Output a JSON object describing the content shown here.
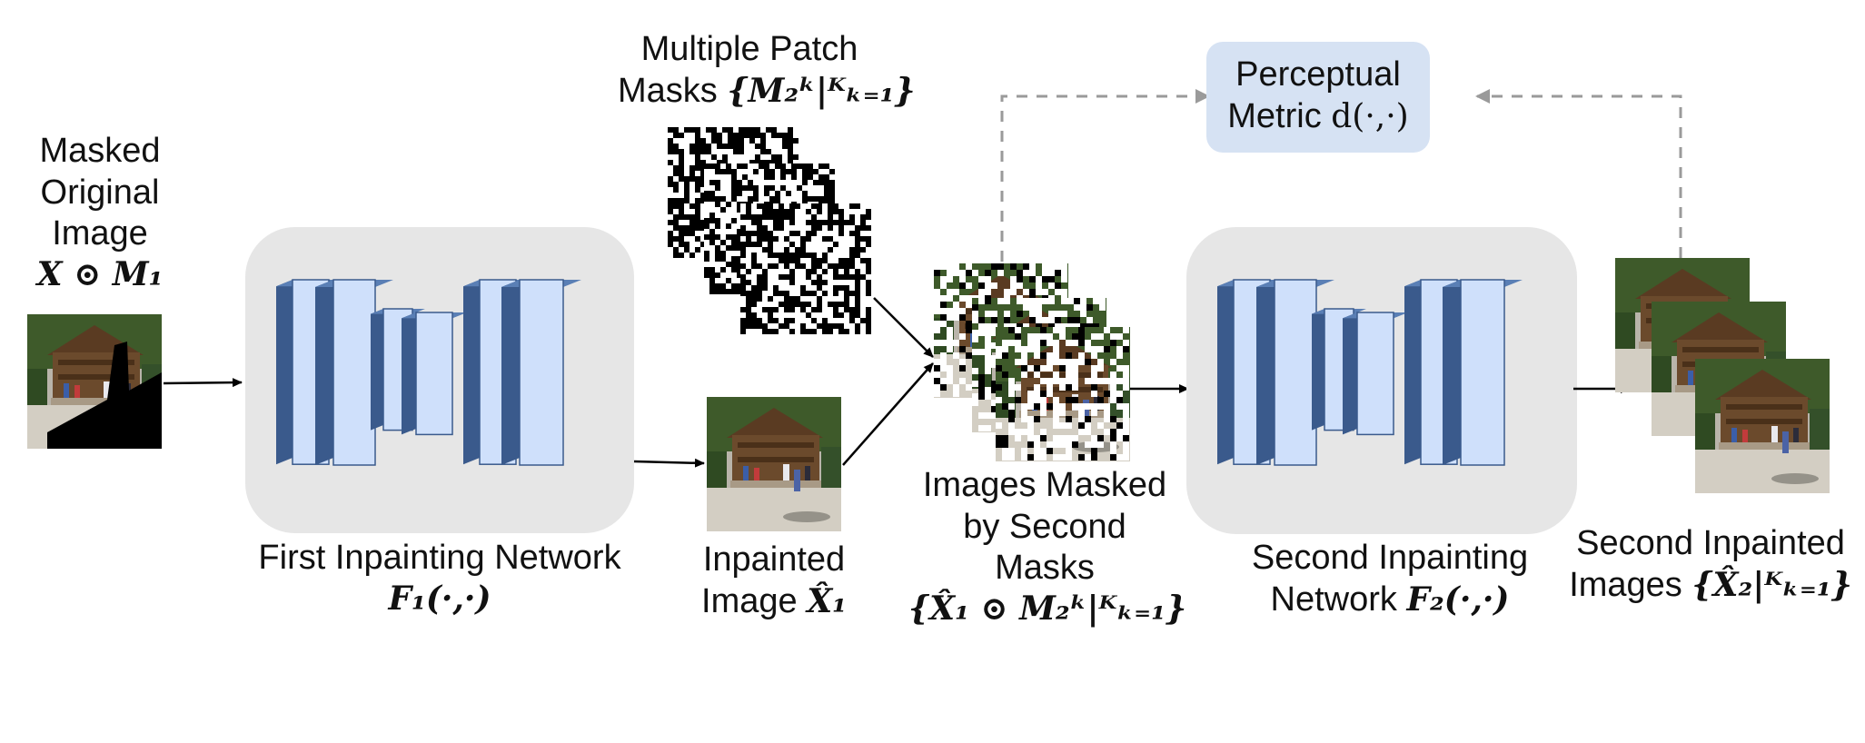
{
  "labels": {
    "masked_original": {
      "l1": "Masked",
      "l2": "Original",
      "l3": "Image",
      "math": "X ⊙ M₁"
    },
    "patch_masks": {
      "l1": "Multiple Patch",
      "l2_text": "Masks",
      "math": "{M₂ᵏ|ᴷₖ₌₁}"
    },
    "perceptual": {
      "l1": "Perceptual",
      "l2_text": "Metric",
      "math": "d(·,·)"
    },
    "first_net": {
      "l1": "First Inpainting Network",
      "math": "F₁(·,·)"
    },
    "inpainted": {
      "l1": "Inpainted",
      "l2_text": "Image",
      "math": "X̂₁"
    },
    "masked_second": {
      "l1": "Images Masked",
      "l2": "by Second",
      "l3": "Masks",
      "math": "{X̂₁ ⊙ M₂ᵏ|ᴷₖ₌₁}"
    },
    "second_net": {
      "l1": "Second Inpainting",
      "l2_text": "Network",
      "math": "F₂(·,·)"
    },
    "second_inpainted": {
      "l1": "Second Inpainted",
      "l2_text": "Images",
      "math": "{X̂₂|ᴷₖ₌₁}"
    }
  },
  "colors": {
    "net_bg": "#e6e6e6",
    "layer_face": "#cfe0fb",
    "layer_side": "#3a5a8c",
    "layer_top": "#5a7fb5",
    "metric_bg": "#d6e2f3",
    "arrow": "#000000",
    "dashed_arrow": "#9a9a9a"
  }
}
